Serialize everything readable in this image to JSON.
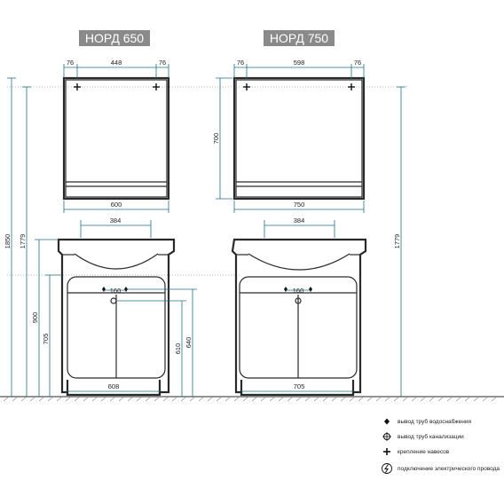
{
  "titles": {
    "left": "НОРД 650",
    "right": "НОРД 750"
  },
  "left_dims": {
    "top_margin_left": "76",
    "top_inner": "448",
    "top_margin_right": "76",
    "mirror_width": "600",
    "sink_holes": "384",
    "pipe_gap": "160",
    "base_width": "608",
    "total_height": "1850",
    "mount_height": "1779",
    "sink_height": "900",
    "cabinet_height": "705",
    "drain_height": "610",
    "inlet_height": "640"
  },
  "right_dims": {
    "top_margin_left": "76",
    "top_inner": "598",
    "top_margin_right": "76",
    "mirror_height": "700",
    "mirror_width": "750",
    "sink_holes": "384",
    "pipe_gap": "160",
    "base_width": "705",
    "mount_height": "1779"
  },
  "legend": [
    {
      "icon": "water-outlet-icon",
      "label": "вывод труб водоснабжения"
    },
    {
      "icon": "sewer-outlet-icon",
      "label": "вывод труб канализации"
    },
    {
      "icon": "hanging-mount-icon",
      "label": "крепление навесов"
    },
    {
      "icon": "electric-icon",
      "label": "подключение электрического провода"
    }
  ],
  "colors": {
    "title_bg": "#8a8a8a",
    "dimension": "#1f6f8b",
    "outline": "#2a2a2a"
  }
}
